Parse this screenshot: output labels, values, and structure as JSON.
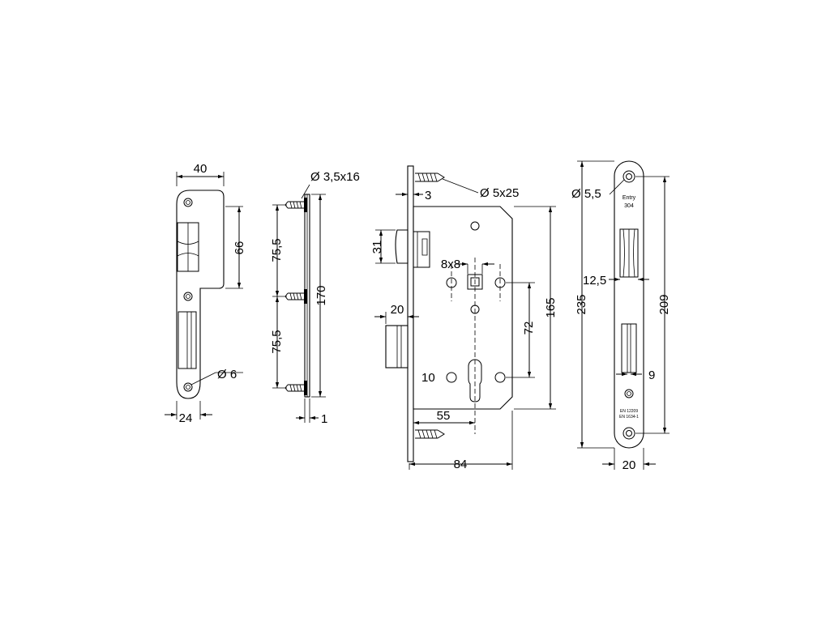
{
  "dimensions": {
    "strike_width": "40",
    "strike_height": "66",
    "strike_bottom_width": "24",
    "strike_hole": "Ø 6",
    "screw_small": "Ø 3,5x16",
    "spacing_top": "75,5",
    "spacing_bottom": "75,5",
    "plate_length": "170",
    "plate_thickness": "1",
    "screw_large": "Ø 5x25",
    "faceplate_thickness": "3",
    "latch_height": "31",
    "spindle": "8x8",
    "deadbolt_projection": "20",
    "cylinder_offset": "10",
    "center_distance": "72",
    "body_height": "165",
    "backset": "55",
    "body_depth": "84",
    "face_hole": "Ø 5,5",
    "face_offset": "12,5",
    "face_length": "235",
    "face_screw_distance": "209",
    "face_gap": "9",
    "face_width": "20"
  },
  "faceplate_marks": {
    "line1": "Entry",
    "line2": "304",
    "standard1": "EN 12209",
    "standard2": "EN 1634-1"
  },
  "colors": {
    "stroke": "#000000",
    "background": "#ffffff"
  }
}
